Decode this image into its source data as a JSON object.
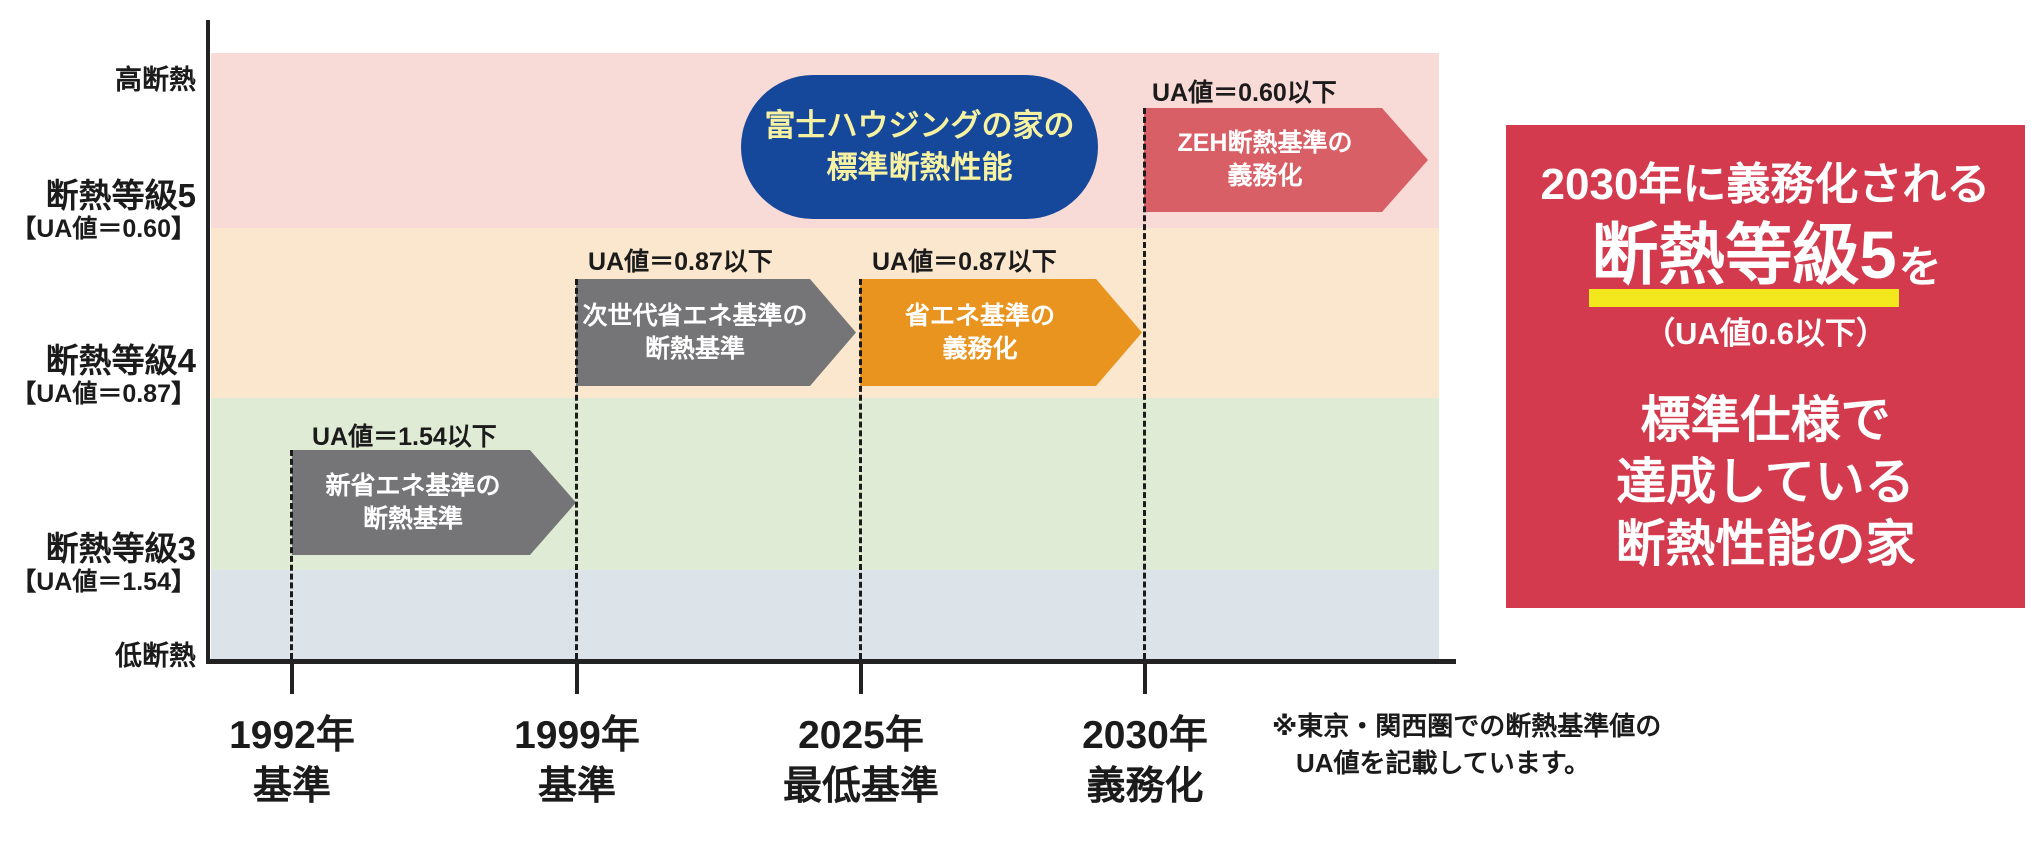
{
  "chart_data": {
    "type": "timeline",
    "y_axis": {
      "top": "高断熱",
      "bottom": "低断熱",
      "grade_lines": [
        {
          "label": "断熱等級5",
          "ua_label": "【UA値＝0.60】"
        },
        {
          "label": "断熱等級4",
          "ua_label": "【UA値＝0.87】"
        },
        {
          "label": "断熱等級3",
          "ua_label": "【UA値＝1.54】"
        }
      ]
    },
    "x_axis": {
      "ticks": [
        {
          "year": "1992年",
          "caption": "基準"
        },
        {
          "year": "1999年",
          "caption": "基準"
        },
        {
          "year": "2025年",
          "caption": "最低基準"
        },
        {
          "year": "2030年",
          "caption": "義務化"
        }
      ]
    },
    "events": [
      {
        "start_year": "1992",
        "ua_label": "UA値＝1.54以下",
        "label_line1": "新省エネ基準の",
        "label_line2": "断熱基準",
        "color": "#757578"
      },
      {
        "start_year": "1999",
        "ua_label": "UA値＝0.87以下",
        "label_line1": "次世代省エネ基準の",
        "label_line2": "断熱基準",
        "color": "#757578"
      },
      {
        "start_year": "2025",
        "ua_label": "UA値＝0.87以下",
        "label_line1": "省エネ基準の",
        "label_line2": "義務化",
        "color": "#e8941f"
      },
      {
        "start_year": "2030",
        "ua_label": "UA値＝0.60以下",
        "label_line1": "ZEH断熱基準の",
        "label_line2": "義務化",
        "color": "#d95f66"
      }
    ],
    "band_colors": [
      "#f8dbd7",
      "#fae7cd",
      "#e0ebd5",
      "#dce4e9"
    ],
    "badge": {
      "line1": "富士ハウジングの家の",
      "line2": "標準断熱性能",
      "bg": "#15479a",
      "fg": "#f6f2a2"
    },
    "note": {
      "line1": "※東京・関西圏での断熱基準値の",
      "line2": "UA値を記載しています。"
    }
  },
  "panel": {
    "bg": "#d43a4e",
    "highlight_color": "#f3e71d",
    "line1": "2030年に義務化される",
    "big": "断熱等級5",
    "big_suffix": "を",
    "paren": "（UA値0.6以下）",
    "line3": "標準仕様で",
    "line4": "達成している",
    "line5": "断熱性能の家"
  }
}
